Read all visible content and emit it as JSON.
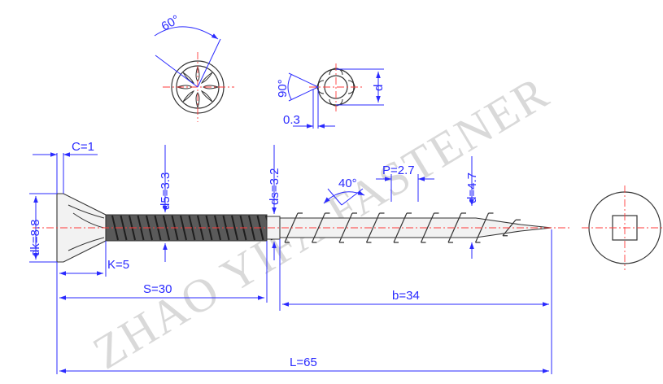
{
  "watermark": "ZHAO YIFA FASTENER",
  "dimensions": {
    "c": "C=1",
    "d5": "d5=3.3",
    "ds": "ds=3.2",
    "d": "d=4.7",
    "dk": "dk=8.8",
    "k": "K=5",
    "s": "S=30",
    "b": "b=34",
    "l": "L=65",
    "p": "P=2.7",
    "thread_angle": "40°",
    "recess_angle": "60°",
    "point_angle": "90°",
    "rib": "0.3",
    "end_d": "d"
  },
  "colors": {
    "dimension": "#2a2aff",
    "center_line": "#ff3b3b",
    "object": "#333333",
    "watermark": "#d9d9d9"
  }
}
